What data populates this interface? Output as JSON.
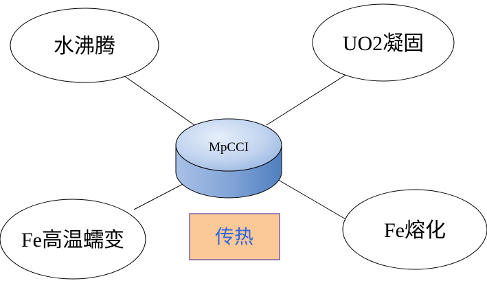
{
  "hub": {
    "label": "MpCCI"
  },
  "nodes": {
    "top_left": "水沸腾",
    "top_right": "UO2凝固",
    "bottom_left": "Fe高温蠕变",
    "bottom_right": "Fe熔化"
  },
  "center_label": {
    "text": "传热"
  },
  "colors": {
    "hub_fill_light": "#bcd0ee",
    "hub_fill_dark": "#5b8ac4",
    "center_label_fill": "#fbc898",
    "center_label_border": "#5b3fa0",
    "center_label_text": "#3366dd",
    "stroke": "#000000"
  }
}
